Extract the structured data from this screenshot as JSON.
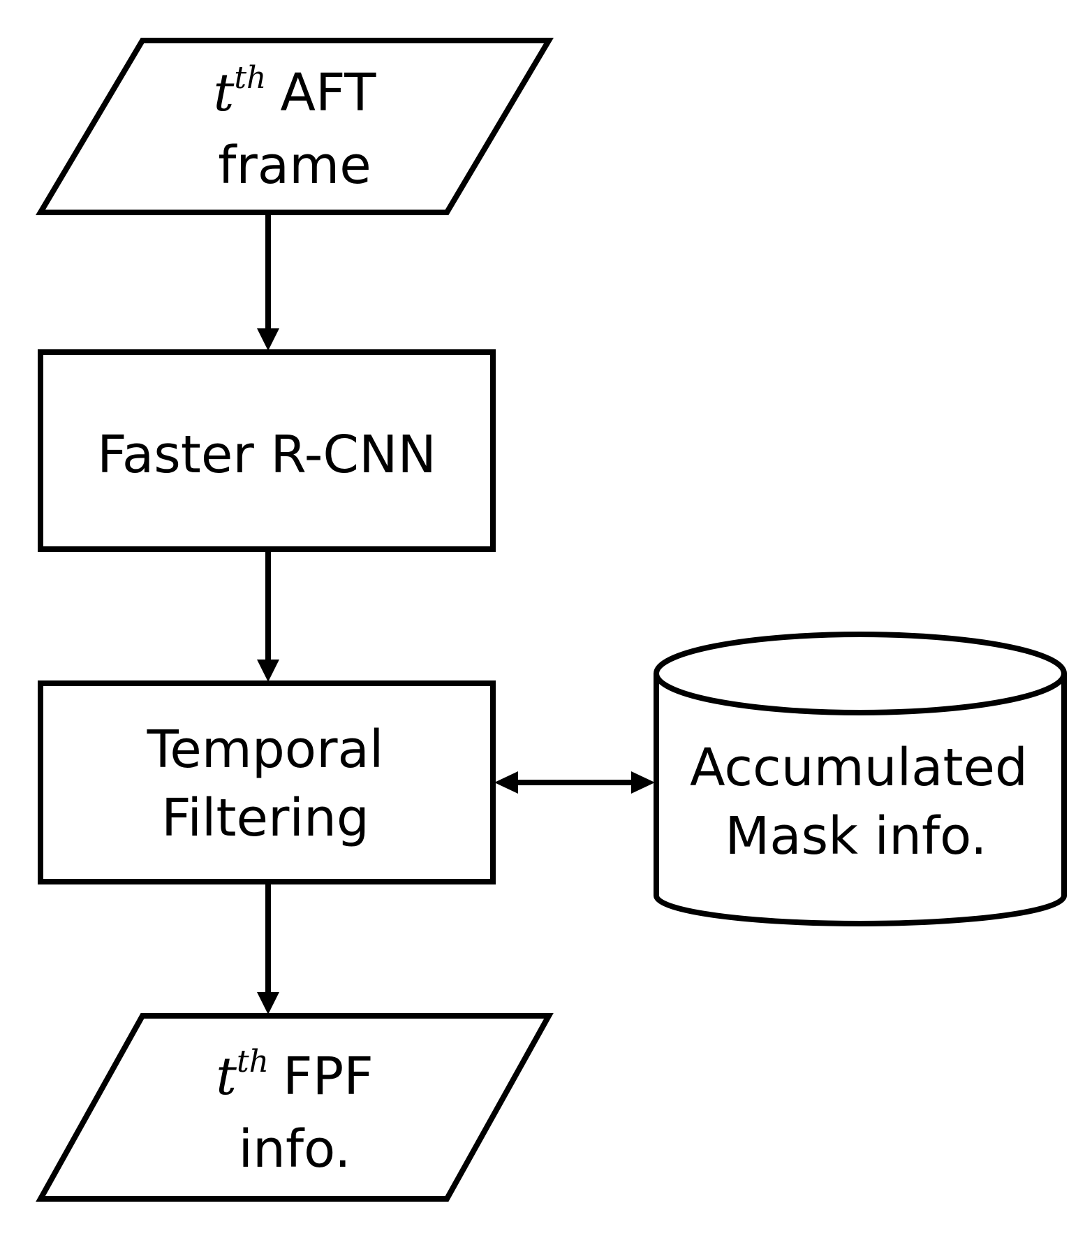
{
  "nodes": {
    "input": {
      "math_var": "t",
      "math_sup": "th",
      "line1_text": "AFT",
      "line2_text": "frame"
    },
    "detector": {
      "label": "Faster R-CNN"
    },
    "filter": {
      "line1": "Temporal",
      "line2": "Filtering"
    },
    "storage": {
      "line1": "Accumulated",
      "line2": "Mask info."
    },
    "output": {
      "math_var": "t",
      "math_sup": "th",
      "line1_text": "FPF",
      "line2_text": "info."
    }
  },
  "colors": {
    "stroke": "#000000",
    "fill": "#ffffff"
  }
}
